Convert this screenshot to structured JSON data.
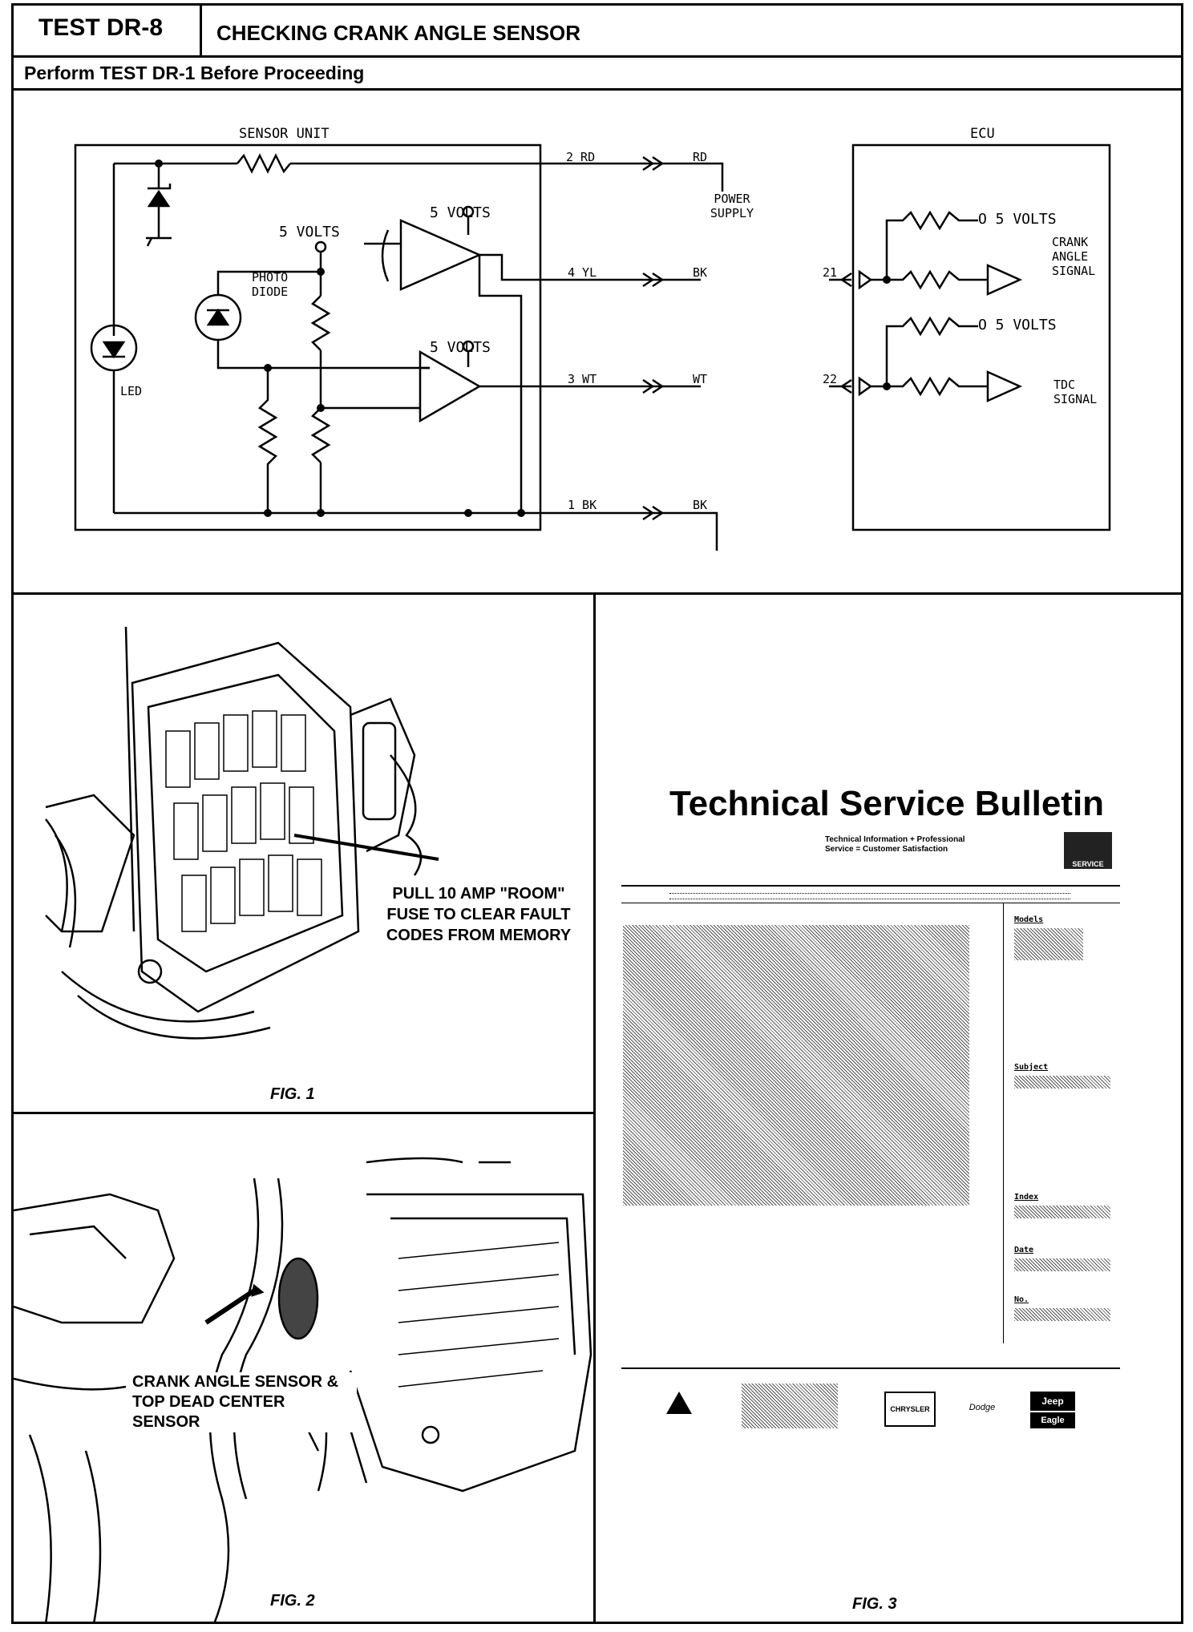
{
  "header": {
    "test_id": "TEST DR-8",
    "title": "CHECKING CRANK ANGLE SENSOR",
    "subtitle": "Perform TEST DR-1 Before Proceeding"
  },
  "schematic": {
    "sensor_unit": "SENSOR UNIT",
    "ecu": "ECU",
    "five_volts": "5 VOLTS",
    "photo_diode": "PHOTO DIODE",
    "led": "LED",
    "wire_2": "2 RD",
    "wire_2_far": "RD",
    "power_supply": "POWER SUPPLY",
    "wire_4": "4 YL",
    "wire_4_far": "BK",
    "pin_21": "21",
    "crank_angle_signal": "CRANK ANGLE SIGNAL",
    "wire_3": "3 WT",
    "wire_3_far": "WT",
    "pin_22": "22",
    "tdc_signal": "TDC SIGNAL",
    "wire_1": "1 BK",
    "wire_1_far": "BK",
    "ecu_5v_a": "O 5 VOLTS",
    "ecu_5v_b": "O 5 VOLTS"
  },
  "fig1": {
    "callout": "PULL 10 AMP \"ROOM\" FUSE TO CLEAR FAULT CODES FROM MEMORY",
    "caption": "FIG. 1"
  },
  "fig2": {
    "callout": "CRANK ANGLE SENSOR & TOP DEAD CENTER SENSOR",
    "caption": "FIG. 2"
  },
  "fig3": {
    "bulletin_title": "Technical Service Bulletin",
    "tagline": "Technical Information + Professional Service = Customer Satisfaction",
    "fields": [
      "Models",
      "Subject",
      "Index",
      "Date",
      "No."
    ],
    "logo_mark": "SERVICE",
    "brands": [
      "CHRYSLER",
      "Dodge",
      "Jeep",
      "Eagle"
    ],
    "caption": "FIG. 3"
  }
}
